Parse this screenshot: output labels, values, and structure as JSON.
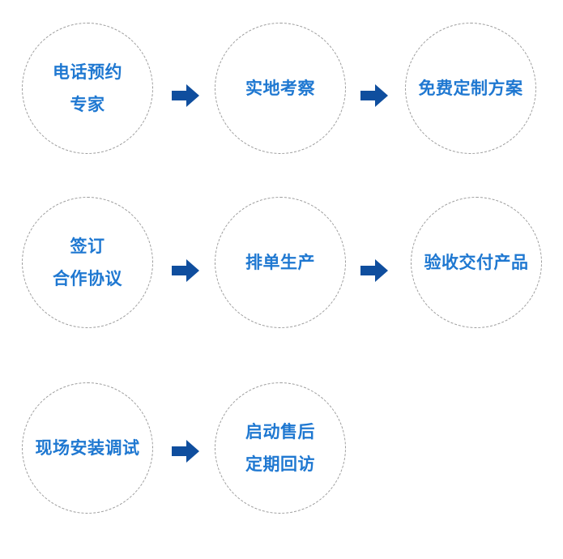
{
  "steps": [
    {
      "lines": [
        "电话预约",
        "专家"
      ]
    },
    {
      "lines": [
        "实地考察"
      ]
    },
    {
      "lines": [
        "免费定制方案"
      ]
    },
    {
      "lines": [
        "签订",
        "合作协议"
      ]
    },
    {
      "lines": [
        "排单生产"
      ]
    },
    {
      "lines": [
        "验收交付产品"
      ]
    },
    {
      "lines": [
        "现场安装调试"
      ]
    },
    {
      "lines": [
        "启动售后",
        "定期回访"
      ]
    }
  ],
  "colors": {
    "text": "#1f78d1",
    "arrow": "#0f4e9e",
    "circle_border": "#9a9a9a"
  },
  "icons": {
    "arrow": "arrow-right-icon"
  }
}
